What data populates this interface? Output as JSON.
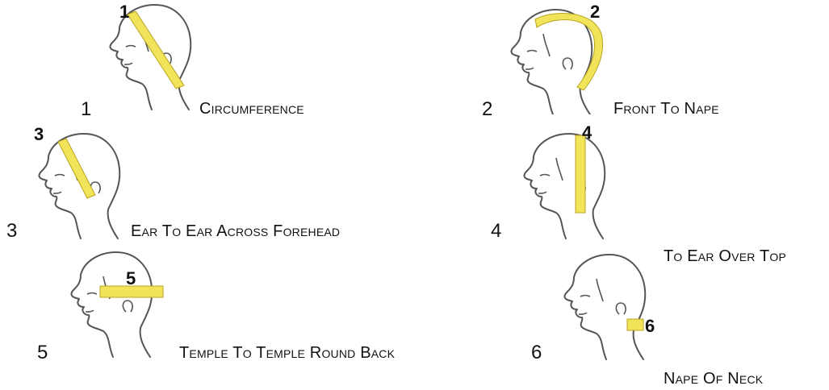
{
  "measurements": [
    {
      "index": "1",
      "tape_label": "1",
      "caption": "Circumference"
    },
    {
      "index": "2",
      "tape_label": "2",
      "caption": "Front To Nape"
    },
    {
      "index": "3",
      "tape_label": "3",
      "caption": "Ear To Ear Across Forehead"
    },
    {
      "index": "4",
      "tape_label": "4",
      "caption": "To Ear Over Top"
    },
    {
      "index": "5",
      "tape_label": "5",
      "caption": "Temple To Temple Round Back"
    },
    {
      "index": "6",
      "tape_label": "6",
      "caption": "Nape Of Neck"
    }
  ],
  "colors": {
    "tape": "#f2e45a",
    "tape_edge": "#b9a420",
    "outline": "#555555"
  }
}
